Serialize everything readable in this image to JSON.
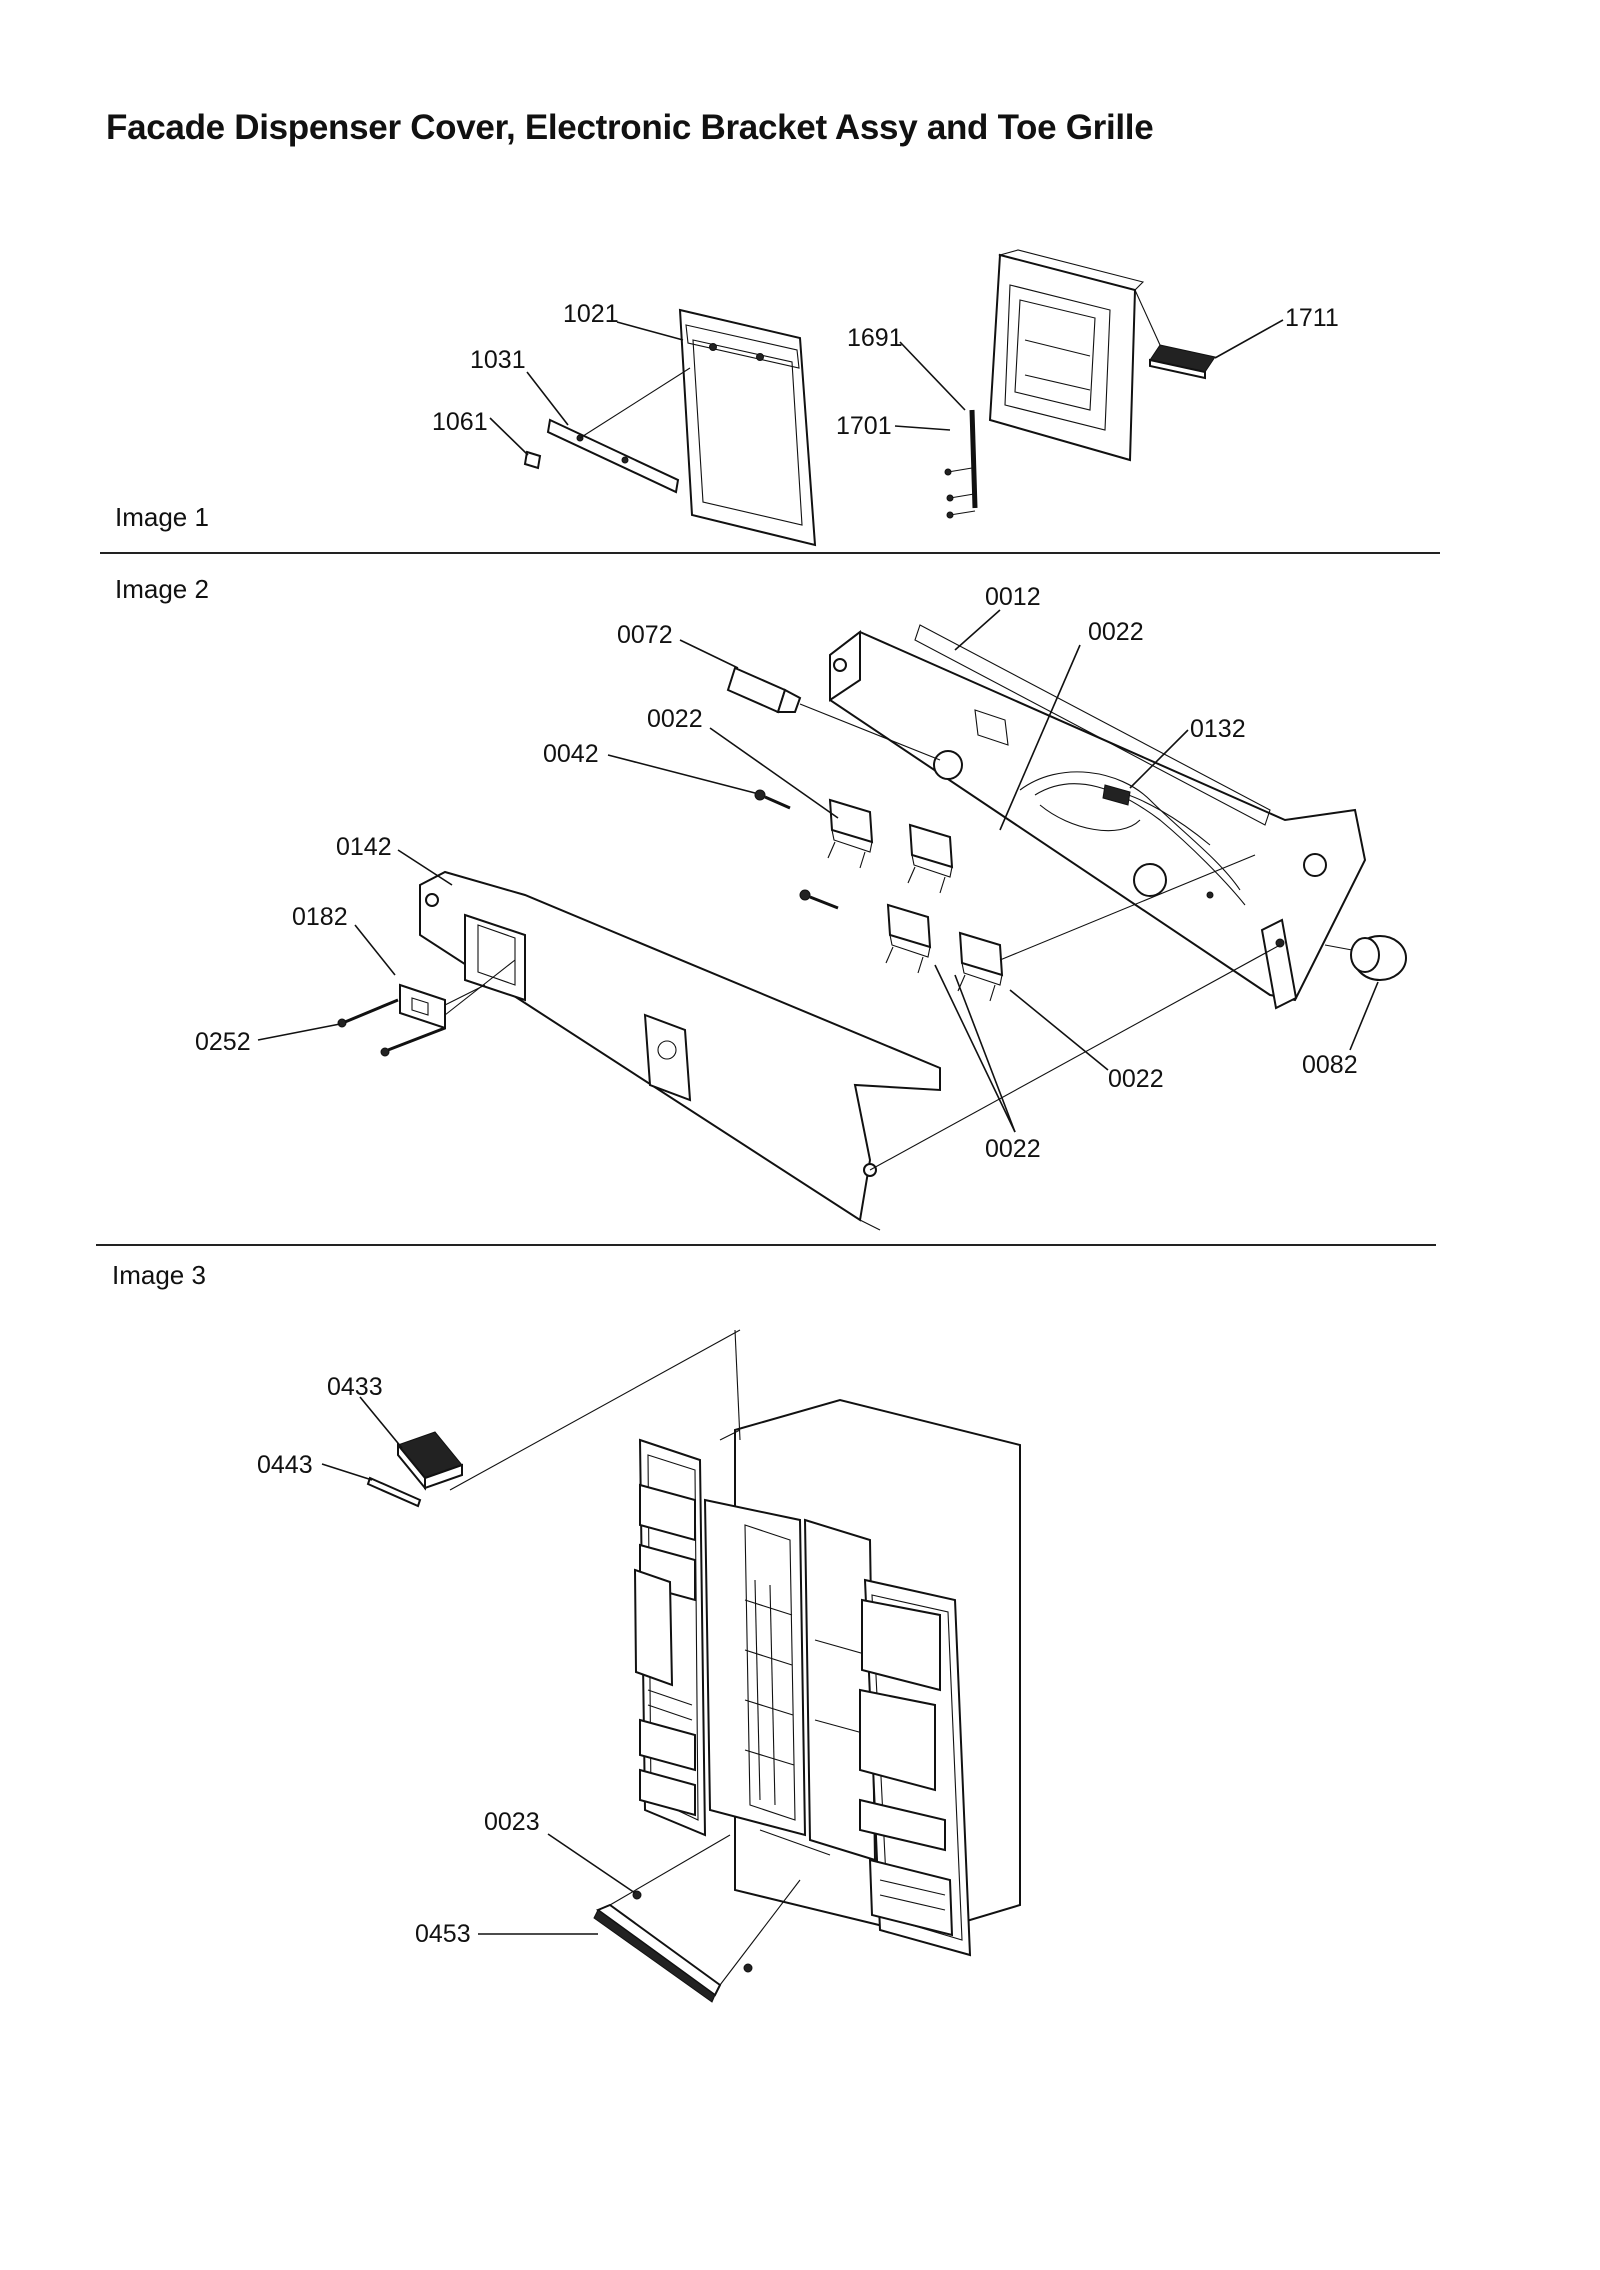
{
  "title": "Facade Dispenser Cover, Electronic Bracket Assy and Toe Grille",
  "sections": [
    {
      "label": "Image 1"
    },
    {
      "label": "Image 2"
    },
    {
      "label": "Image 3"
    }
  ],
  "callouts": {
    "p1021": "1021",
    "p1031": "1031",
    "p1061": "1061",
    "p1691": "1691",
    "p1701": "1701",
    "p1711": "1711",
    "p0012": "0012",
    "p0072": "0072",
    "p0022a": "0022",
    "p0022b": "0022",
    "p0022c": "0022",
    "p0022d": "0022",
    "p0132": "0132",
    "p0042": "0042",
    "p0142": "0142",
    "p0182": "0182",
    "p0252": "0252",
    "p0082": "0082",
    "p0433": "0433",
    "p0443": "0443",
    "p0023": "0023",
    "p0453": "0453"
  }
}
